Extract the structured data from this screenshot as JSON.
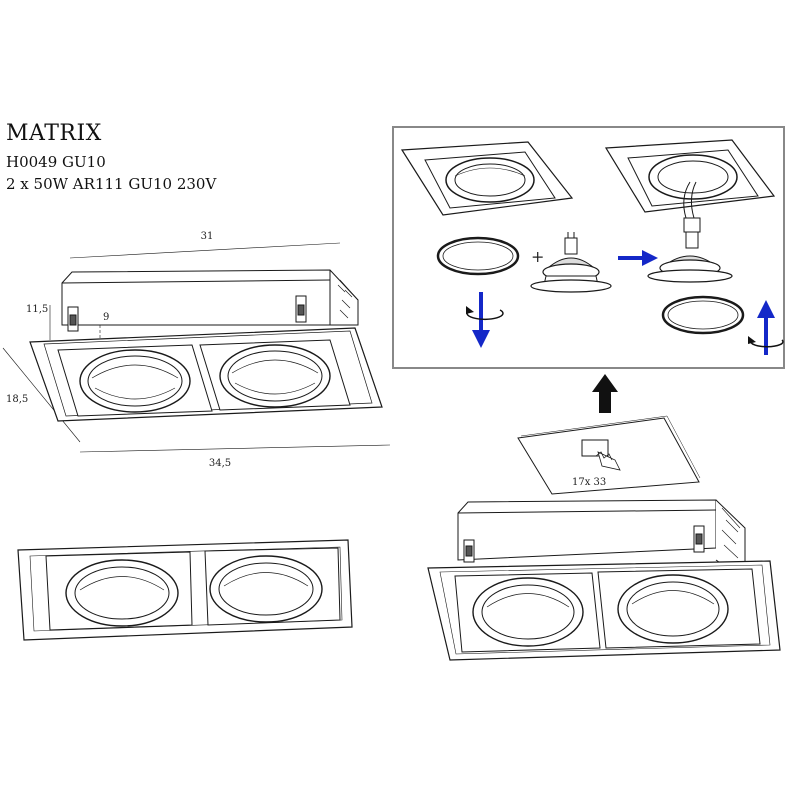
{
  "product": {
    "name": "MATRIX",
    "code": "H0049 GU10",
    "spec": "2 x 50W AR111 GU10 230V"
  },
  "dimensions": {
    "length_top": "31",
    "length_front": "34,5",
    "depth_side": "18,5",
    "height": "11,5",
    "inner_height": "9",
    "cutout": "17x 33"
  },
  "colors": {
    "line": "#1a1a1a",
    "arrow_blue": "#1428c8",
    "arrow_black": "#111111",
    "frame": "#888888"
  },
  "icons": [
    "arrow-down-icon",
    "arrow-up-icon",
    "arrow-right-icon",
    "rotate-icon",
    "plus-icon"
  ]
}
